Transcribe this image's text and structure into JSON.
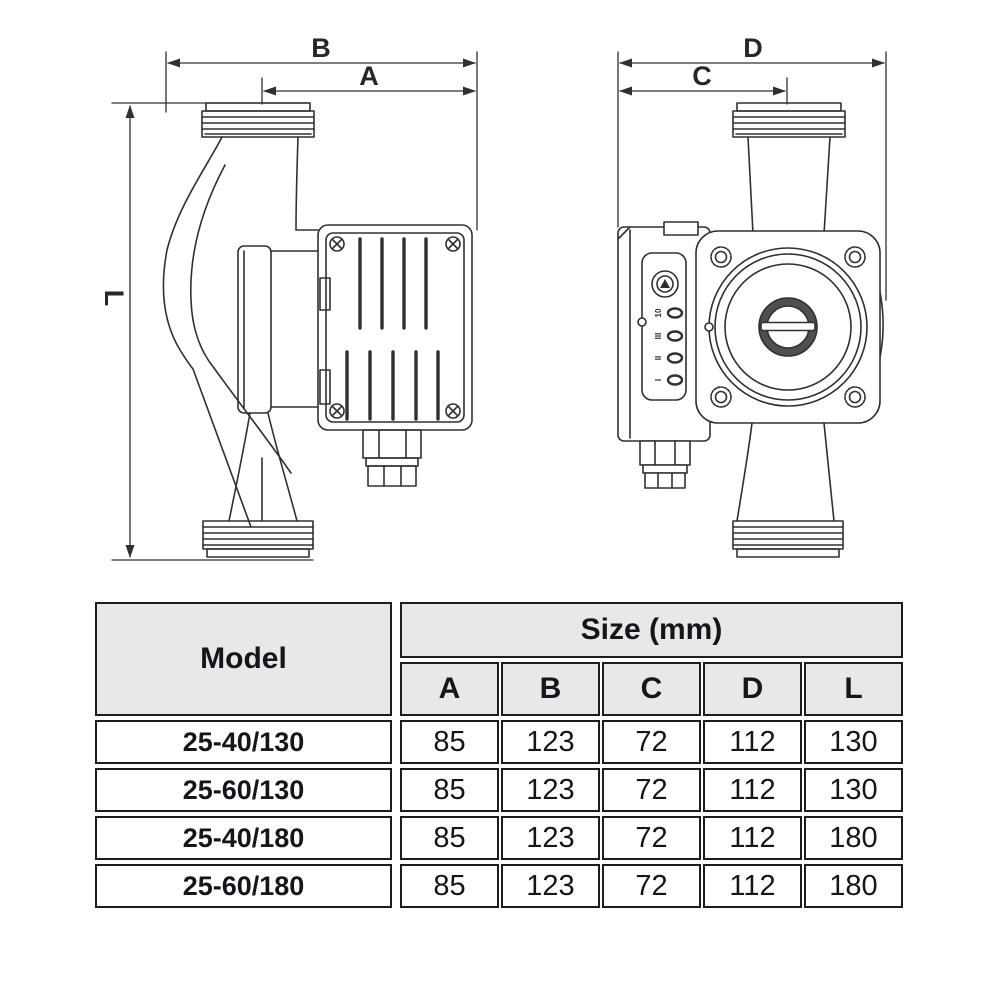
{
  "colors": {
    "line": "#303030",
    "dim_text": "#26262c",
    "table_border": "#1d1d1d",
    "table_header_bg": "#e8e8e8",
    "table_text": "#15151c"
  },
  "drawing": {
    "left_view": {
      "dim_labels": {
        "top": "B",
        "inner": "A",
        "side": "L"
      }
    },
    "right_view": {
      "dim_labels": {
        "top": "D",
        "inner": "C"
      },
      "panel": {
        "speed_labels": [
          "10",
          "III",
          "II",
          "I"
        ]
      }
    }
  },
  "table": {
    "model_header": "Model",
    "size_header": "Size (mm)",
    "columns": [
      "A",
      "B",
      "C",
      "D",
      "L"
    ],
    "rows": [
      {
        "model": "25-40/130",
        "values": [
          "85",
          "123",
          "72",
          "112",
          "130"
        ]
      },
      {
        "model": "25-60/130",
        "values": [
          "85",
          "123",
          "72",
          "112",
          "130"
        ]
      },
      {
        "model": "25-40/180",
        "values": [
          "85",
          "123",
          "72",
          "112",
          "180"
        ]
      },
      {
        "model": "25-60/180",
        "values": [
          "85",
          "123",
          "72",
          "112",
          "180"
        ]
      }
    ]
  }
}
